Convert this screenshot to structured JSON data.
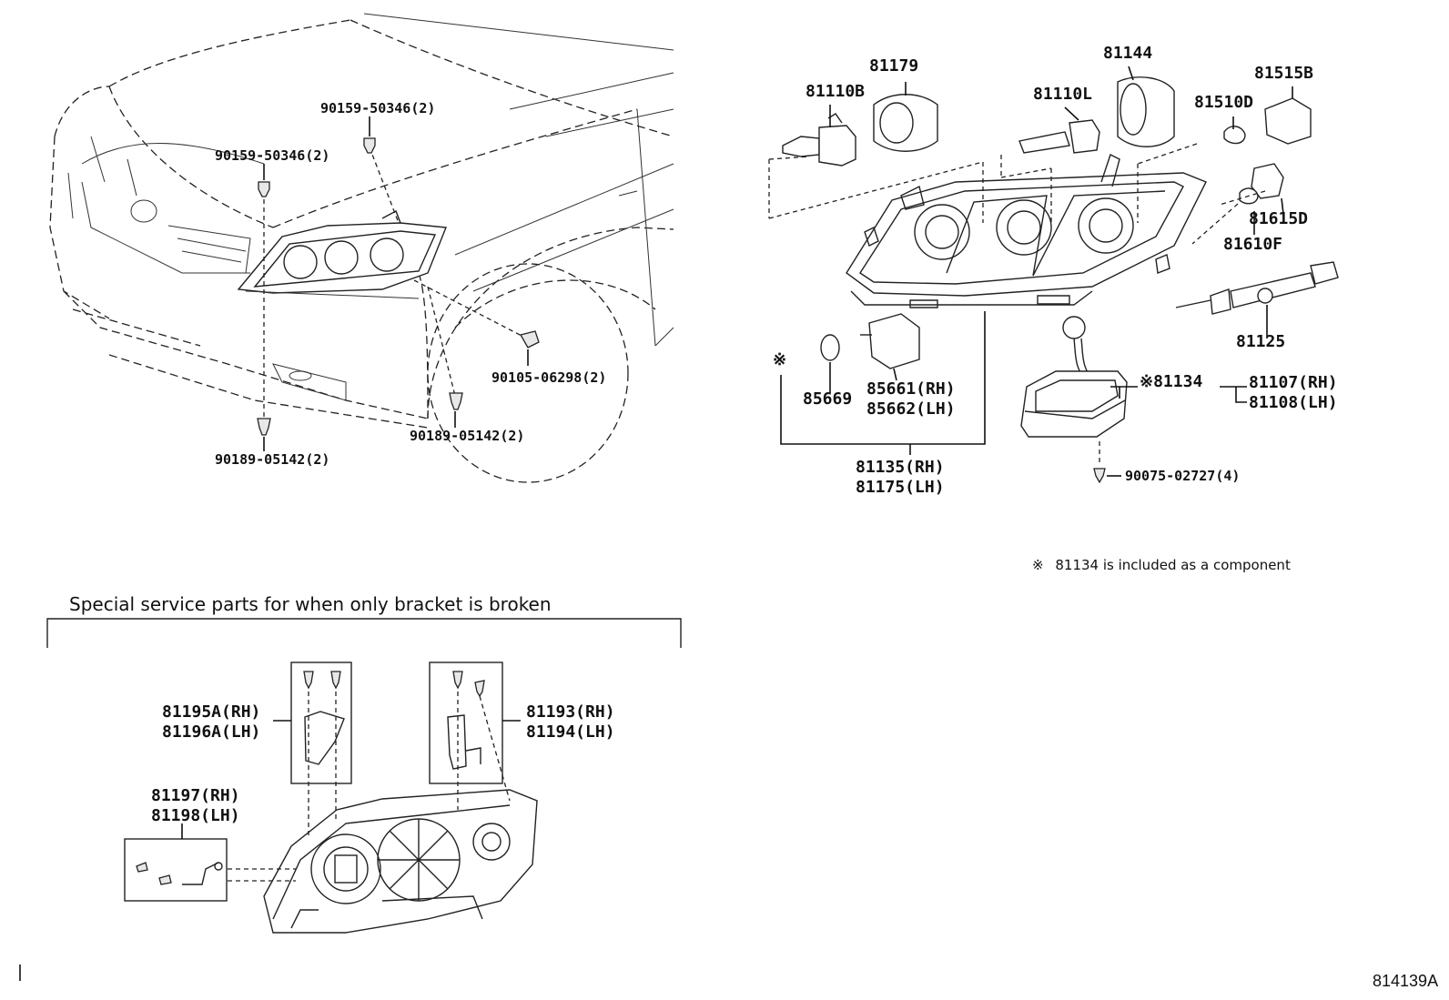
{
  "left_diagram": {
    "labels": {
      "clip_top_a": "90159-50346(2)",
      "clip_top_b": "90159-50346(2)",
      "bolt": "90105-06298(2)",
      "clip_bottom_a": "90189-05142(2)",
      "clip_bottom_b": "90189-05142(2)"
    }
  },
  "right_diagram": {
    "labels": {
      "p81179": "81179",
      "p81110b": "81110B",
      "p81144": "81144",
      "p81110l": "81110L",
      "p81515b": "81515B",
      "p81510d": "81510D",
      "p81615d": "81615D",
      "p81610f": "81610F",
      "p81125": "81125",
      "p85669": "85669",
      "p85661": "85661(RH)",
      "p85662": "85662(LH)",
      "p81134": "81134",
      "p81107": "81107(RH)",
      "p81108": "81108(LH)",
      "p81135": "81135(RH)",
      "p81175": "81175(LH)",
      "p90075": "90075-02727(4)",
      "ref_mark": "※",
      "ref_mark_b": "※"
    },
    "footnote_mark": "※",
    "footnote_text": "81134 is included as a component"
  },
  "service_parts": {
    "heading": "Special service parts for when only bracket is broken",
    "labels": {
      "p81195a": "81195A(RH)",
      "p81196a": "81196A(LH)",
      "p81193": "81193(RH)",
      "p81194": "81194(LH)",
      "p81197": "81197(RH)",
      "p81198": "81198(LH)"
    }
  },
  "figure_id": "814139A"
}
